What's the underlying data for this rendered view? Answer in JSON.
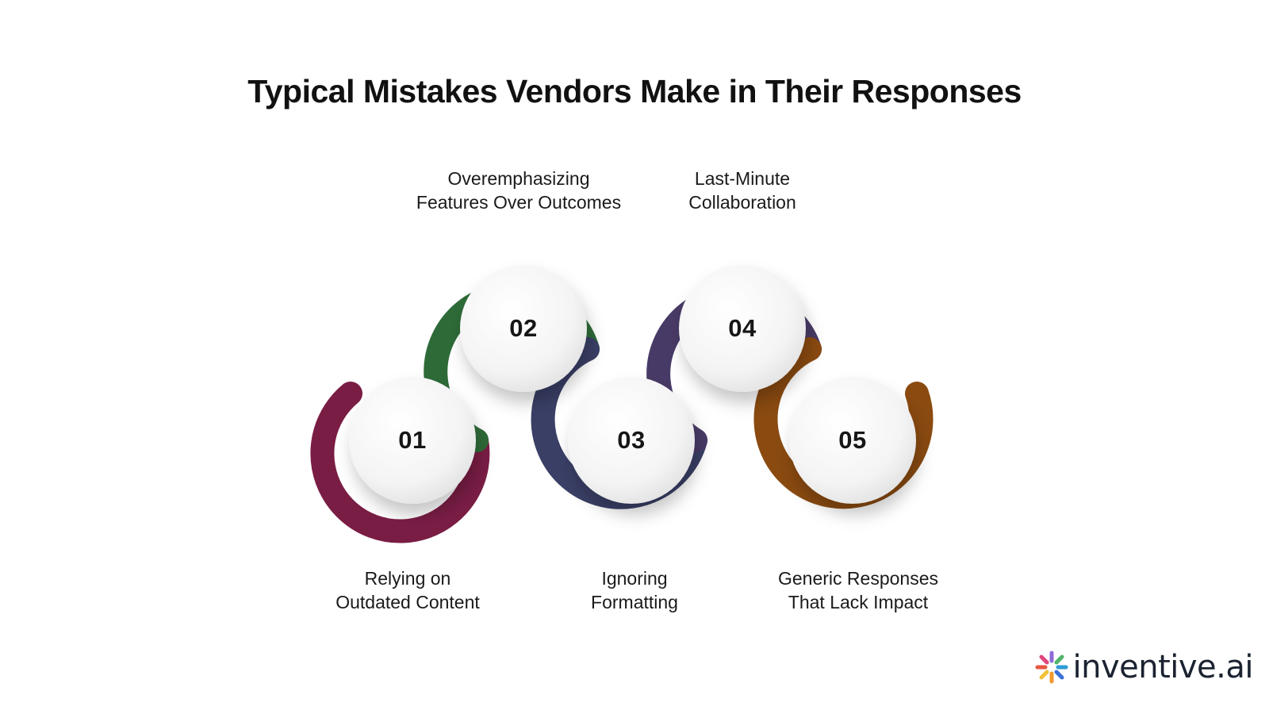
{
  "title": "Typical Mistakes Vendors Make in Their Responses",
  "steps": [
    {
      "number": "01",
      "line1": "Relying on",
      "line2": "Outdated Content",
      "color": "#7a1d45"
    },
    {
      "number": "02",
      "line1": "Overemphasizing",
      "line2": "Features Over Outcomes",
      "color": "#2e6a38"
    },
    {
      "number": "03",
      "line1": "Ignoring",
      "line2": "Formatting",
      "color": "#3a3f66"
    },
    {
      "number": "04",
      "line1": "Last-Minute",
      "line2": "Collaboration",
      "color": "#483a66"
    },
    {
      "number": "05",
      "line1": "Generic Responses",
      "line2": "That Lack Impact",
      "color": "#8a4a10"
    }
  ],
  "logo": {
    "text": "inventive.ai",
    "icon": "asterisk-logo-icon"
  }
}
